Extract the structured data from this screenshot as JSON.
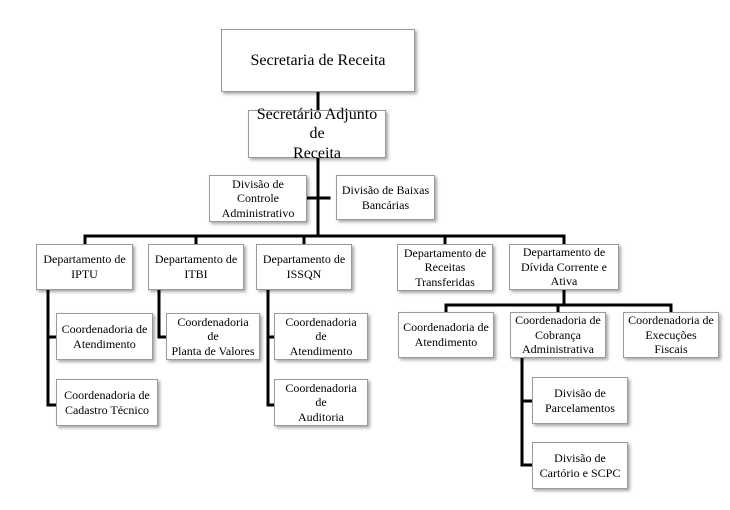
{
  "org": {
    "secretaria": "Secretaria de Receita",
    "adjunto": "Secretário Adjunto de\nReceita",
    "div_controle": "Divisão de\nControle\nAdministrativo",
    "div_baixas": "Divisão de Baixas\nBancárias",
    "dep_iptu": "Departamento de\nIPTU",
    "dep_itbi": "Departamento de\nITBI",
    "dep_issqn": "Departamento de\nISSQN",
    "dep_receitas": "Departamento de\nReceitas\nTransferidas",
    "dep_divida": "Departamento de\nDívida Corrente e\nAtiva",
    "iptu_atendimento": "Coordenadoria de\nAtendimento",
    "iptu_cadastro": "Coordenadoria de\nCadastro Técnico",
    "itbi_planta": "Coordenadoria de\nPlanta de Valores",
    "issqn_atendimento": "Coordenadoria de\nAtendimento",
    "issqn_auditoria": "Coordenadoria de\nAuditoria",
    "divida_atendimento": "Coordenadoria de\nAtendimento",
    "divida_cobranca": "Coordenadoria de\nCobrança\nAdministrativa",
    "divida_execucoes": "Coordenadoria de\nExecuções Fiscais",
    "div_parcelamentos": "Divisão de\nParcelamentos",
    "div_cartorio": "Divisão de\nCartório e SCPC"
  }
}
